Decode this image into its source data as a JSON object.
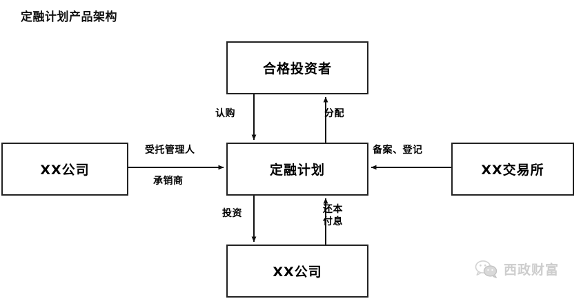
{
  "title": "定融计划产品架构",
  "diagram": {
    "type": "flow-diagram",
    "nodes": [
      {
        "id": "investor",
        "label": "合格投资者",
        "position": "top"
      },
      {
        "id": "plan",
        "label": "定融计划",
        "position": "center"
      },
      {
        "id": "company_left",
        "label": "XX公司",
        "position": "left"
      },
      {
        "id": "exchange",
        "label": "XX交易所",
        "position": "right"
      },
      {
        "id": "company_bottom",
        "label": "XX公司",
        "position": "bottom"
      }
    ],
    "edges": [
      {
        "from": "investor",
        "to": "plan",
        "label": "认购",
        "direction": "down"
      },
      {
        "from": "plan",
        "to": "investor",
        "label": "分配",
        "direction": "up"
      },
      {
        "from": "company_left",
        "to": "plan",
        "label": "受托管理人",
        "direction": "right"
      },
      {
        "from": "company_left",
        "to": "plan",
        "label": "承销商",
        "direction": "right"
      },
      {
        "from": "exchange",
        "to": "plan",
        "label": "备案、登记",
        "direction": "left"
      },
      {
        "from": "plan",
        "to": "company_bottom",
        "label": "投资",
        "direction": "down"
      },
      {
        "from": "company_bottom",
        "to": "plan",
        "label": "还本\n付息",
        "label_line1": "还本",
        "label_line2": "付息",
        "direction": "up"
      }
    ]
  },
  "watermark": {
    "text": "西政财富",
    "icon": "wechat-icon",
    "color": "#c9c9c9"
  },
  "colors": {
    "border": "#222222",
    "text": "#000000",
    "background": "#ffffff",
    "watermark": "#c9c9c9"
  }
}
